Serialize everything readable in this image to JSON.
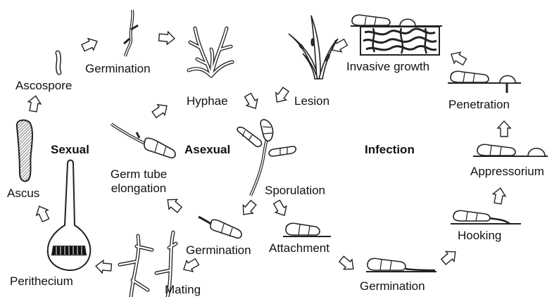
{
  "labels": {
    "germination_top": "Germination",
    "ascospore": "Ascospore",
    "hyphae": "Hyphae",
    "lesion": "Lesion",
    "invasive_growth": "Invasive growth",
    "penetration": "Penetration",
    "sexual": "Sexual",
    "asexual": "Asexual",
    "infection": "Infection",
    "appressorium": "Appressorium",
    "germ_tube_line1": "Germ tube",
    "germ_tube_line2": "elongation",
    "ascus": "Ascus",
    "sporulation": "Sporulation",
    "hooking": "Hooking",
    "germination_mid": "Germination",
    "attachment": "Attachment",
    "perithecium": "Perithecium",
    "mating": "Mating",
    "germination_bottom": "Germination"
  }
}
